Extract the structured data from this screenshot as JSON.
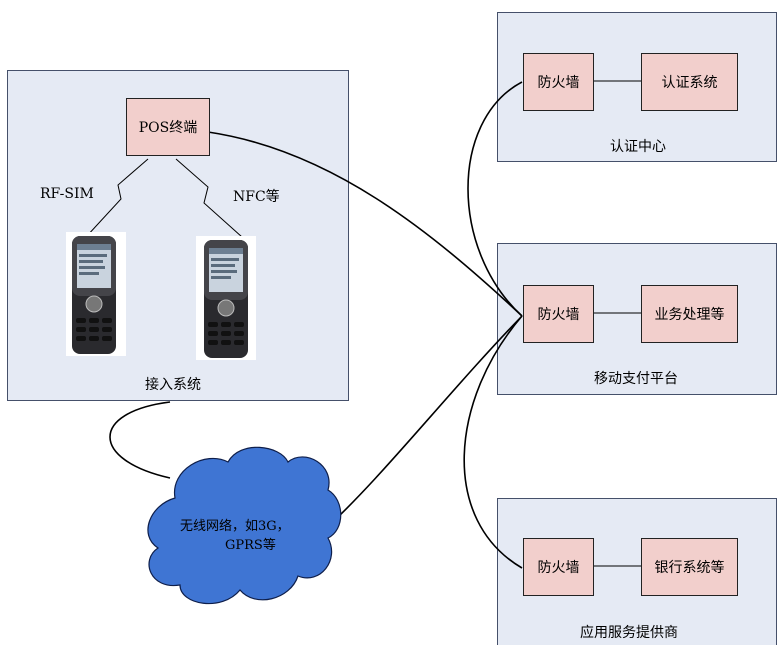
{
  "access_system": {
    "title": "接入系统",
    "pos_terminal": "POS终端",
    "link_left": "RF-SIM",
    "link_right": "NFC等"
  },
  "auth_center": {
    "title": "认证中心",
    "firewall": "防火墙",
    "system": "认证系统"
  },
  "payment_platform": {
    "title": "移动支付平台",
    "firewall": "防火墙",
    "system": "业务处理等"
  },
  "service_provider": {
    "title": "应用服务提供商",
    "firewall": "防火墙",
    "system": "银行系统等"
  },
  "network": {
    "label_line1": "无线网络，如3G，",
    "label_line2": "GPRS等"
  },
  "colors": {
    "panel_fill": "#e5eaf4",
    "node_fill": "#f2cfcc",
    "cloud_fill": "#3f75d3"
  }
}
